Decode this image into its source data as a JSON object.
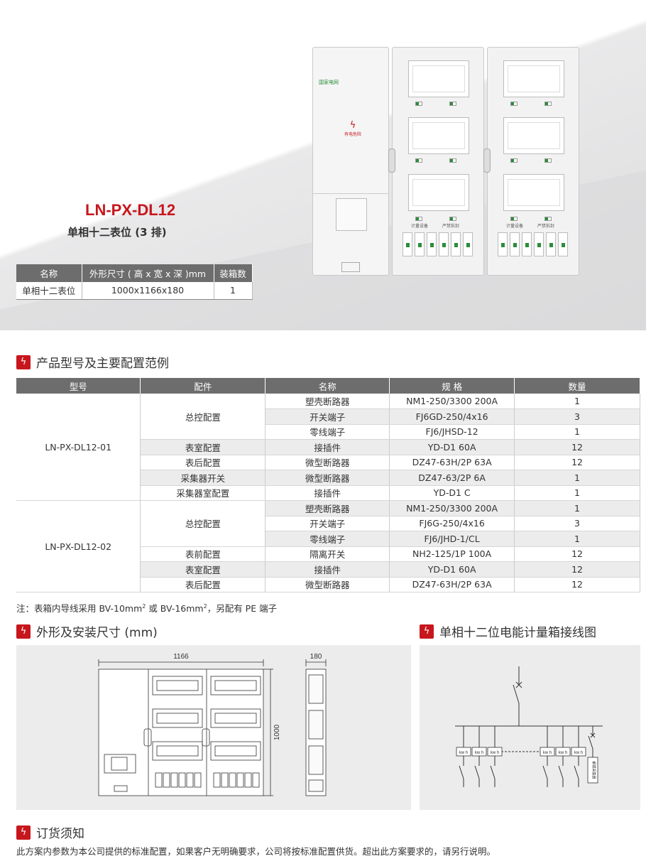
{
  "product": {
    "model": "LN-PX-DL12",
    "subtitle": "单相十二表位 (3 排)"
  },
  "cabinet_labels": {
    "brand": "国家电网",
    "warning": "有电危险",
    "measure_label": "计量设备",
    "prohibit_label": "严禁拆封"
  },
  "spec_table": {
    "headers": [
      "名称",
      "外形尺寸 ( 高 x 宽 x 深 )mm",
      "装箱数"
    ],
    "row": [
      "单相十二表位",
      "1000x1166x180",
      "1"
    ]
  },
  "sections": {
    "config": "产品型号及主要配置范例",
    "dimensions": "外形及安装尺寸 (mm)",
    "wiring": "单相十二位电能计量箱接线图",
    "order": "订货须知"
  },
  "config_table": {
    "headers": [
      "型号",
      "配件",
      "名称",
      "规 格",
      "数量"
    ],
    "groups": [
      {
        "model": "LN-PX-DL12-01",
        "rows": [
          {
            "part": "总控配置",
            "name": "塑壳断路器",
            "spec": "NM1-250/3300 200A",
            "qty": "1"
          },
          {
            "part": "",
            "name": "开关端子",
            "spec": "FJ6GD-250/4x16",
            "qty": "3"
          },
          {
            "part": "",
            "name": "零线端子",
            "spec": "FJ6/JHSD-12",
            "qty": "1"
          },
          {
            "part": "表室配置",
            "name": "接插件",
            "spec": "YD-D1 60A",
            "qty": "12"
          },
          {
            "part": "表后配置",
            "name": "微型断路器",
            "spec": "DZ47-63H/2P 63A",
            "qty": "12"
          },
          {
            "part": "采集器开关",
            "name": "微型断路器",
            "spec": "DZ47-63/2P 6A",
            "qty": "1"
          },
          {
            "part": "采集器室配置",
            "name": "接插件",
            "spec": "YD-D1 C",
            "qty": "1"
          }
        ]
      },
      {
        "model": "LN-PX-DL12-02",
        "rows": [
          {
            "part": "总控配置",
            "name": "塑壳断路器",
            "spec": "NM1-250/3300 200A",
            "qty": "1"
          },
          {
            "part": "",
            "name": "开关端子",
            "spec": "FJ6G-250/4x16",
            "qty": "3"
          },
          {
            "part": "",
            "name": "零线端子",
            "spec": "FJ6/JHD-1/CL",
            "qty": "1"
          },
          {
            "part": "表前配置",
            "name": "隔离开关",
            "spec": "NH2-125/1P 100A",
            "qty": "12"
          },
          {
            "part": "表室配置",
            "name": "接插件",
            "spec": "YD-D1 60A",
            "qty": "12"
          },
          {
            "part": "表后配置",
            "name": "微型断路器",
            "spec": "DZ47-63H/2P 63A",
            "qty": "12"
          }
        ]
      }
    ]
  },
  "note": {
    "prefix": "注：表箱内导线采用 BV-10mm",
    "mid": " 或 BV-16mm",
    "suffix": "，另配有 PE 端子",
    "sup": "2"
  },
  "drawing": {
    "width_label": "1166",
    "depth_label": "180",
    "height_label": "1000"
  },
  "wiring": {
    "meter_label": "kw h",
    "collector_label": "解摸采集器"
  },
  "order_text": "此方案内参数为本公司提供的标准配置，如果客户无明确要求，公司将按标准配置供货。超出此方案要求的，请另行说明。",
  "colors": {
    "accent": "#c8161d",
    "header_gray": "#6d6d6d",
    "panel_gray": "#ececec",
    "green": "#2a8d3a"
  }
}
